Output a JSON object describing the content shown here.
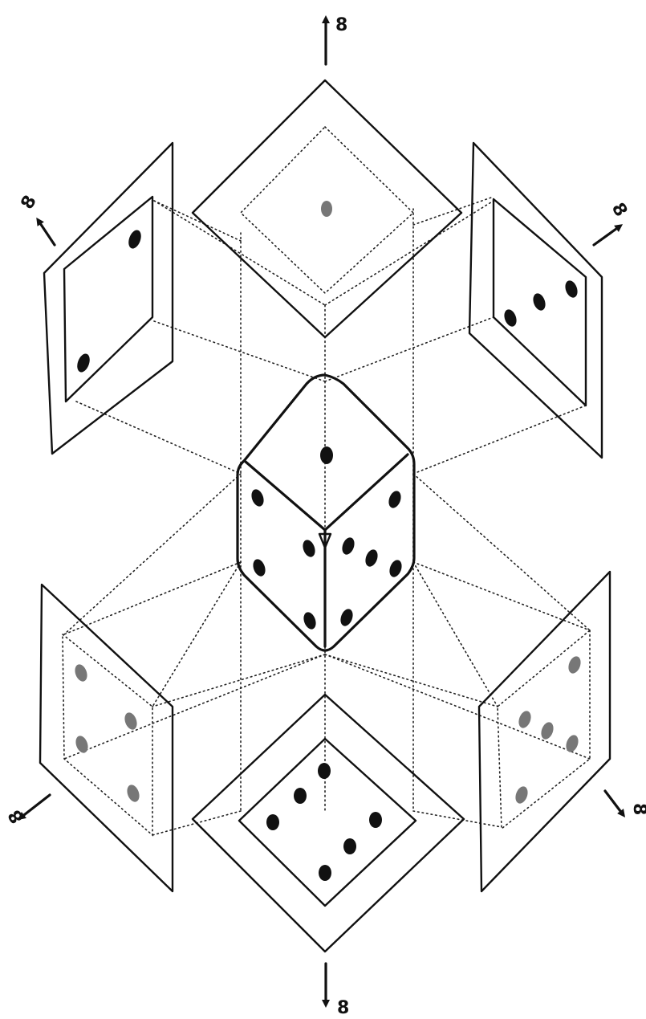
{
  "distance_label": "8",
  "faces": {
    "top": {
      "pips": 1
    },
    "upper_left": {
      "pips": 2
    },
    "upper_right": {
      "pips": 3
    },
    "lower_left": {
      "pips": 4
    },
    "lower_right": {
      "pips": 5
    },
    "bottom": {
      "pips": 6
    }
  },
  "colors": {
    "ink": "#111111",
    "paper": "#ffffff"
  }
}
